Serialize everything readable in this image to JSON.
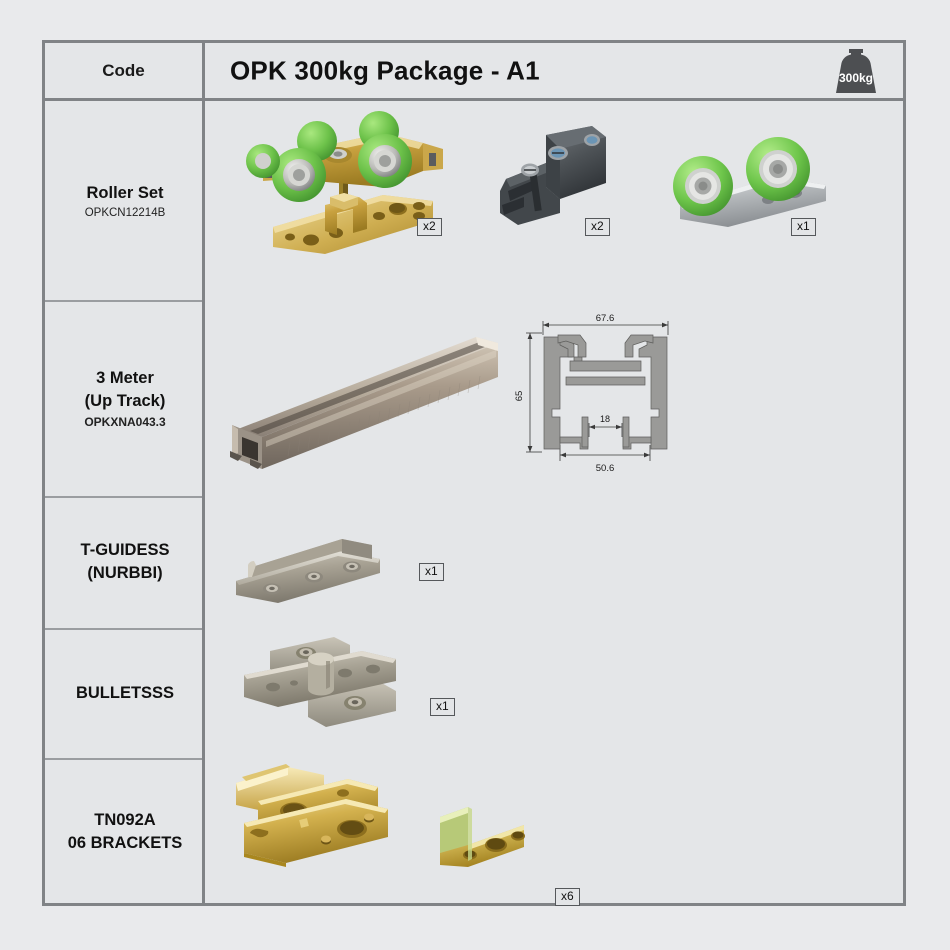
{
  "header": {
    "code_label": "Code",
    "title": "OPK 300kg Package - A1",
    "badge": {
      "name": "weight-badge-icon",
      "text": "300kg"
    }
  },
  "rows": [
    {
      "id": "roller-set",
      "label": "Roller Set",
      "code": "OPKCN12214B",
      "parts": [
        {
          "name": "roller-carriage-photo",
          "qty": "x2"
        },
        {
          "name": "door-stopper-photo",
          "qty": "x2"
        },
        {
          "name": "twin-wheel-guide-photo",
          "qty": "x1"
        }
      ]
    },
    {
      "id": "up-track",
      "label_line1": "3 Meter",
      "label_line2": "(Up Track)",
      "code": "OPKXNA043.3",
      "parts": [
        {
          "name": "aluminium-track-photo",
          "qty": ""
        },
        {
          "name": "track-cross-section-drawing",
          "qty": ""
        }
      ],
      "drawing": {
        "top_width": "67.6",
        "height": "65",
        "inner_gap": "18",
        "bottom_width": "50.6"
      }
    },
    {
      "id": "t-guidess",
      "label_line1": "T-GUIDESS",
      "label_line2": "(NURBBI)",
      "code": "",
      "parts": [
        {
          "name": "t-guide-bracket-photo",
          "qty": "x1"
        }
      ]
    },
    {
      "id": "bulletsss",
      "label": "BULLETSSS",
      "code": "",
      "parts": [
        {
          "name": "pivot-bullet-plates-photo",
          "qty": "x1"
        }
      ]
    },
    {
      "id": "tn092a-brackets",
      "label_line1": "TN092A",
      "label_line2": "06 BRACKETS",
      "code": "",
      "parts": [
        {
          "name": "main-bracket-photo",
          "qty": ""
        },
        {
          "name": "angle-bracket-photo",
          "qty": "x6"
        }
      ]
    }
  ],
  "colors": {
    "page_background": "#e9eaec",
    "sheet_background": "#e4e6e8",
    "border": "#808386",
    "badge": "#4d4f52",
    "roller_green": "#6cc24a",
    "brass": "#c9a227",
    "steel": "#9a9690",
    "stopper_dark": "#4a4e52"
  }
}
